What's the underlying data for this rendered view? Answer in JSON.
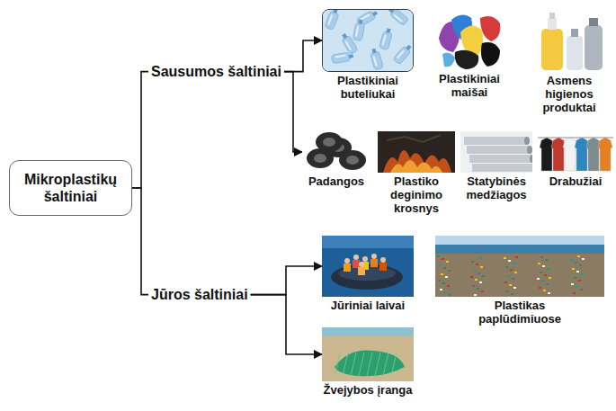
{
  "diagram": {
    "nodes": [
      {
        "text": [
          "Mikroplastikų šaltiniai"
        ]
      },
      {
        "text": [
          "Sausumos šaltiniai"
        ]
      },
      {
        "text": [
          "Plastikiniai buteliukai"
        ]
      },
      {
        "text": [
          "Plastikiniai maišai"
        ]
      },
      {
        "text": [
          "Asmens higienos produktai"
        ]
      },
      {
        "text": [
          "Padangos"
        ]
      },
      {
        "text": [
          "Plastiko deginimo krosnys"
        ]
      },
      {
        "text": [
          "Statybinės medžiagos"
        ]
      },
      {
        "text": [
          "Drabužiai"
        ]
      },
      {
        "text": [
          "Jūros šaltiniai"
        ]
      },
      {
        "text": [
          "Jūriniai laivai"
        ]
      },
      {
        "text": [
          "Plastikas paplūdimiuose"
        ]
      },
      {
        "text": [
          "Žvejybos įranga"
        ]
      }
    ],
    "edges": [
      {
        "from": 0,
        "to": 1,
        "arrow": "none"
      },
      {
        "from": 0,
        "to": 9,
        "arrow": "none"
      },
      {
        "from": 1,
        "to": 2,
        "arrow": "to"
      },
      {
        "from": 1,
        "to": 5,
        "arrow": "to"
      },
      {
        "from": 9,
        "to": 10,
        "arrow": "to"
      },
      {
        "from": 9,
        "to": 12,
        "arrow": "to"
      }
    ]
  }
}
